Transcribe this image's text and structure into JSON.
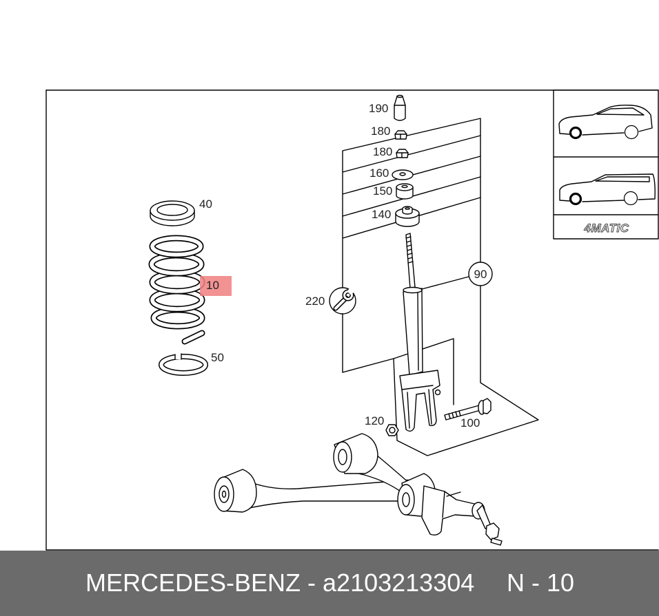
{
  "diagram": {
    "callouts": [
      {
        "label": "190"
      },
      {
        "label": "180"
      },
      {
        "label": "180"
      },
      {
        "label": "160"
      },
      {
        "label": "150"
      },
      {
        "label": "140"
      },
      {
        "label": "40"
      },
      {
        "label": "10",
        "highlighted": true
      },
      {
        "label": "50"
      },
      {
        "label": "220"
      },
      {
        "label": "90"
      },
      {
        "label": "120"
      },
      {
        "label": "100"
      }
    ],
    "highlight_color": "#f07f7f"
  },
  "inset": {
    "variant_label": "4MATIC",
    "icons": [
      "sedan-icon",
      "wagon-icon"
    ]
  },
  "footer": {
    "part_text": "MERCEDES-BENZ - a2103213304",
    "diagram_ref": "N - 10",
    "background": "#6b6b6b",
    "text_color": "#ffffff"
  }
}
